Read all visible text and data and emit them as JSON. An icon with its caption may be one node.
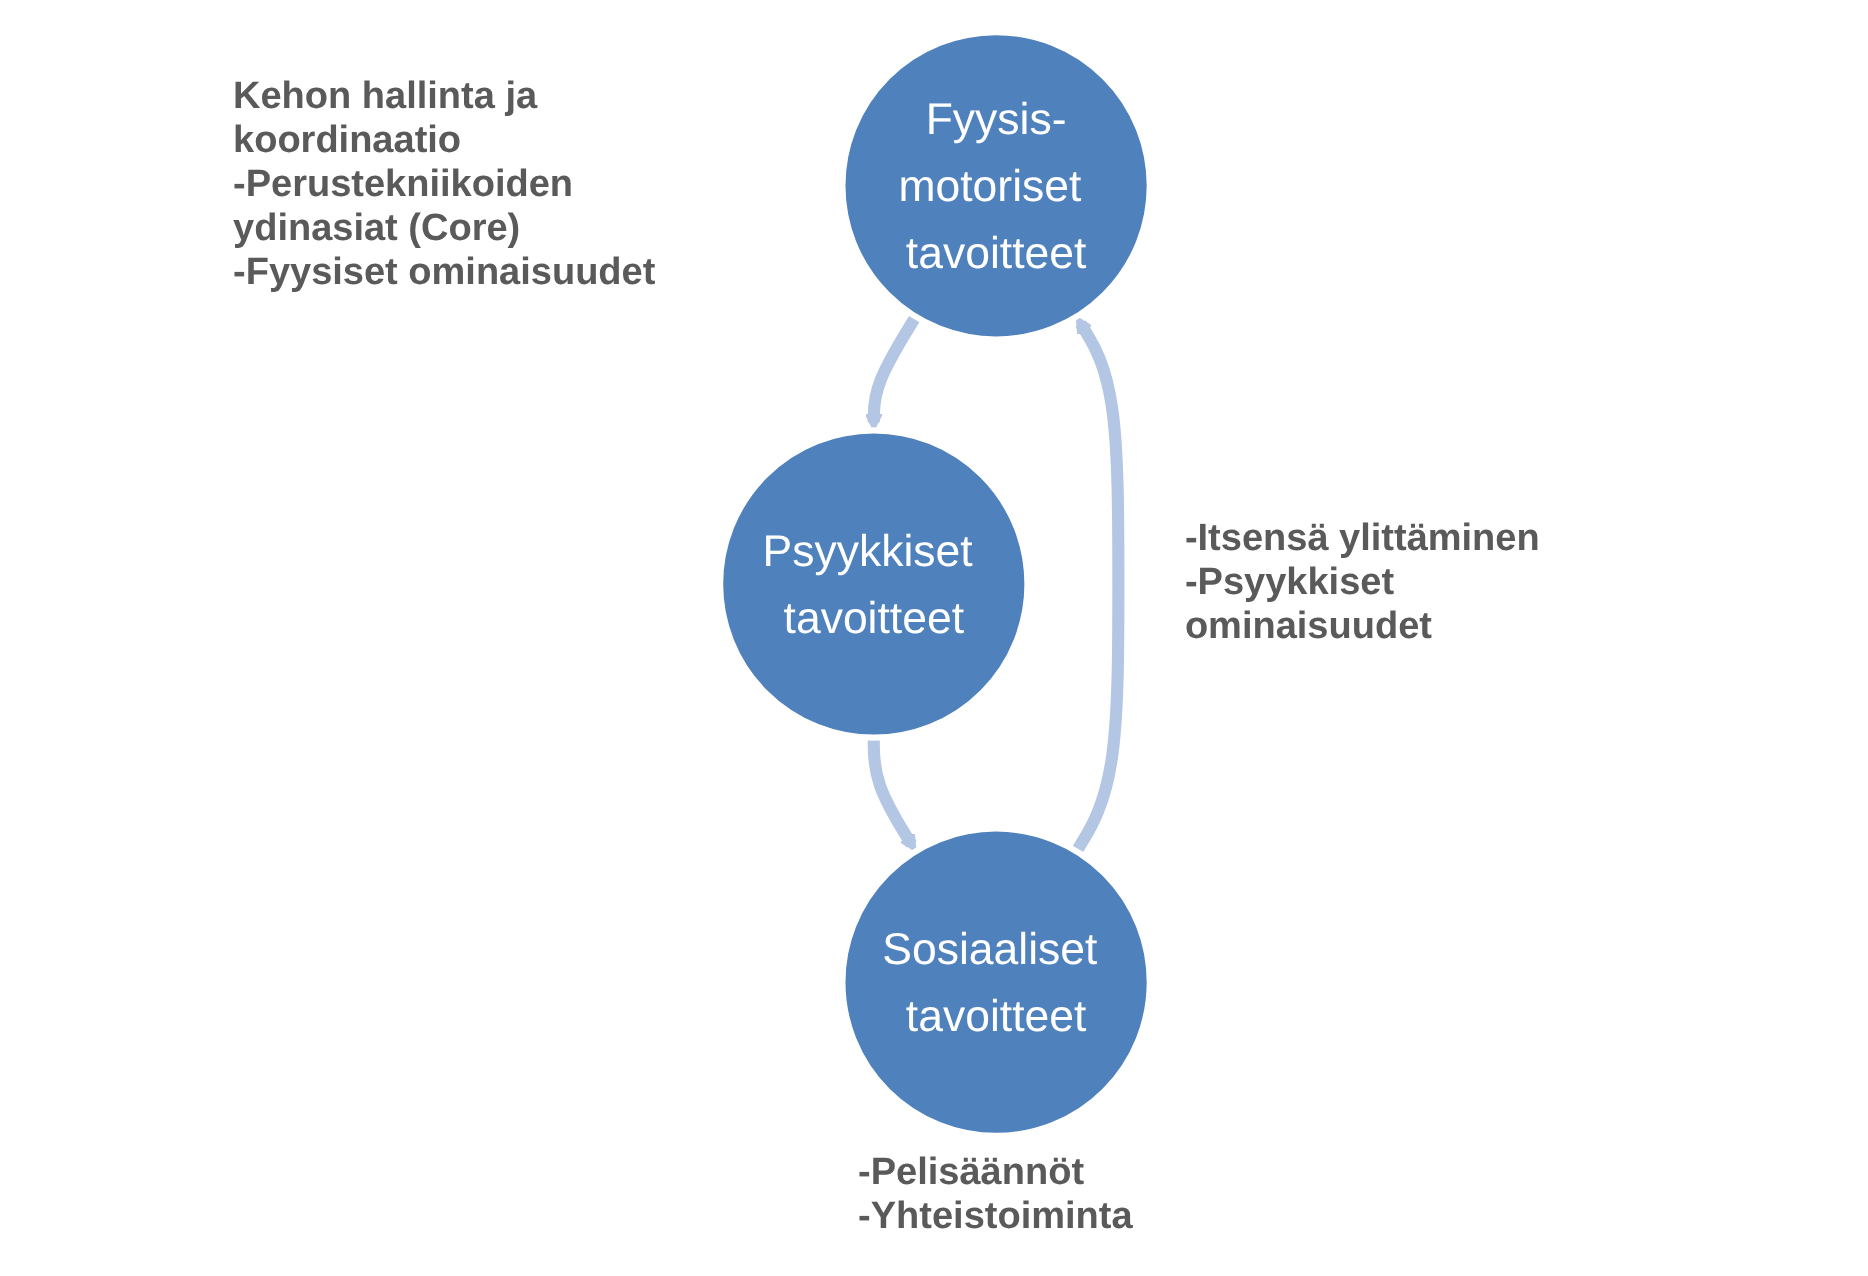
{
  "diagram": {
    "nodes": [
      {
        "text": [
          "Fyysis-motoriset tavoitteet"
        ],
        "beside": [
          "Kehon hallinta ja koordinaatio",
          "-Perustekniikoiden ydinasiat (Core)",
          "-Fyysiset ominaisuudet"
        ]
      },
      {
        "text": [
          "Psyykkiset tavoitteet"
        ],
        "beside": [
          "-Itsensä ylittäminen",
          "-Psyykkiset ominaisuudet"
        ]
      },
      {
        "text": [
          "Sosiaaliset tavoitteet"
        ],
        "beside": [
          "-Pelisäännöt",
          "-Yhteistoiminta"
        ]
      }
    ],
    "edges": [
      {
        "from": 0,
        "to": 1,
        "arrow": "to"
      },
      {
        "from": 1,
        "to": 2,
        "arrow": "to"
      },
      {
        "from": 2,
        "to": 0,
        "arrow": "to"
      }
    ]
  }
}
